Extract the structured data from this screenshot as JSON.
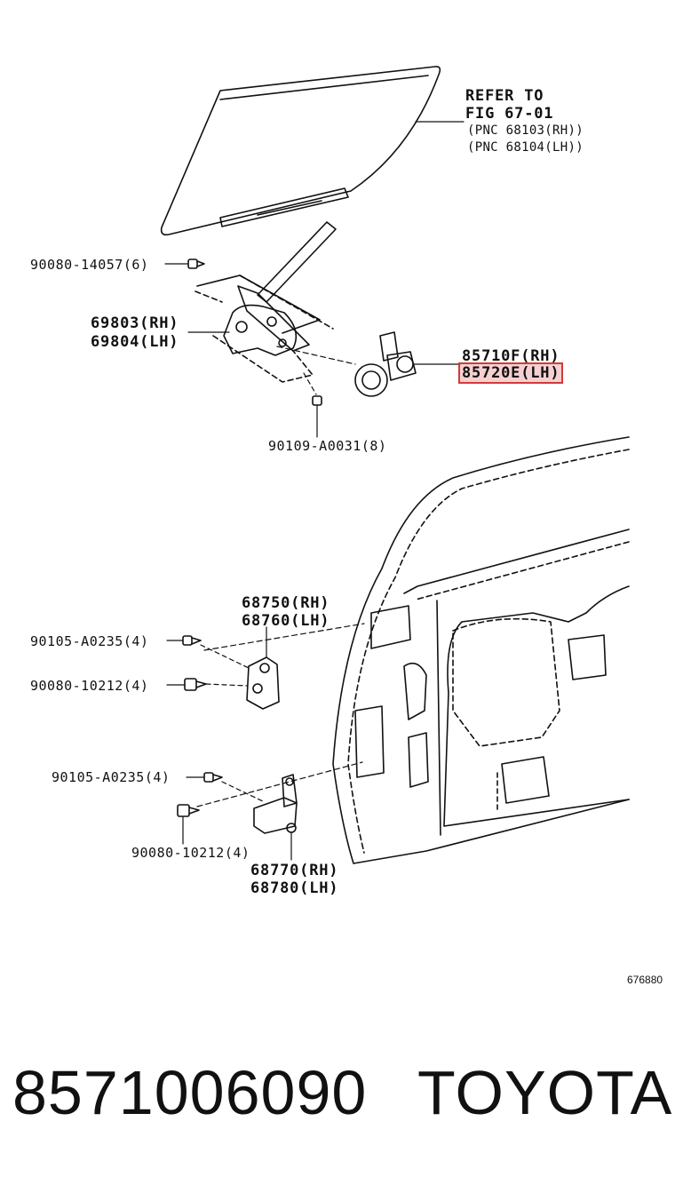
{
  "refer": {
    "line1": "REFER TO",
    "line2": "FIG 67-01",
    "line3": "(PNC 68103(RH))",
    "line4": "(PNC 68104(LH))"
  },
  "labels": {
    "bolt_top": "90080-14057(6)",
    "regulator_rh": "69803(RH)",
    "regulator_lh": "69804(LH)",
    "motor_rh": "85710F(RH)",
    "motor_lh": "85720E(LH)",
    "screw_mid": "90109-A0031(8)",
    "hinge_upper_rh": "68750(RH)",
    "hinge_upper_lh": "68760(LH)",
    "bolt_upper_a": "90105-A0235(4)",
    "bolt_upper_b": "90080-10212(4)",
    "bolt_lower_a": "90105-A0235(4)",
    "bolt_lower_b": "90080-10212(4)",
    "hinge_lower_rh": "68770(RH)",
    "hinge_lower_lh": "68780(LH)"
  },
  "highlight_color": "#d23a3a",
  "figure_id": "676880",
  "footer": {
    "part_number": "8571006090",
    "brand": "TOYOTA"
  }
}
